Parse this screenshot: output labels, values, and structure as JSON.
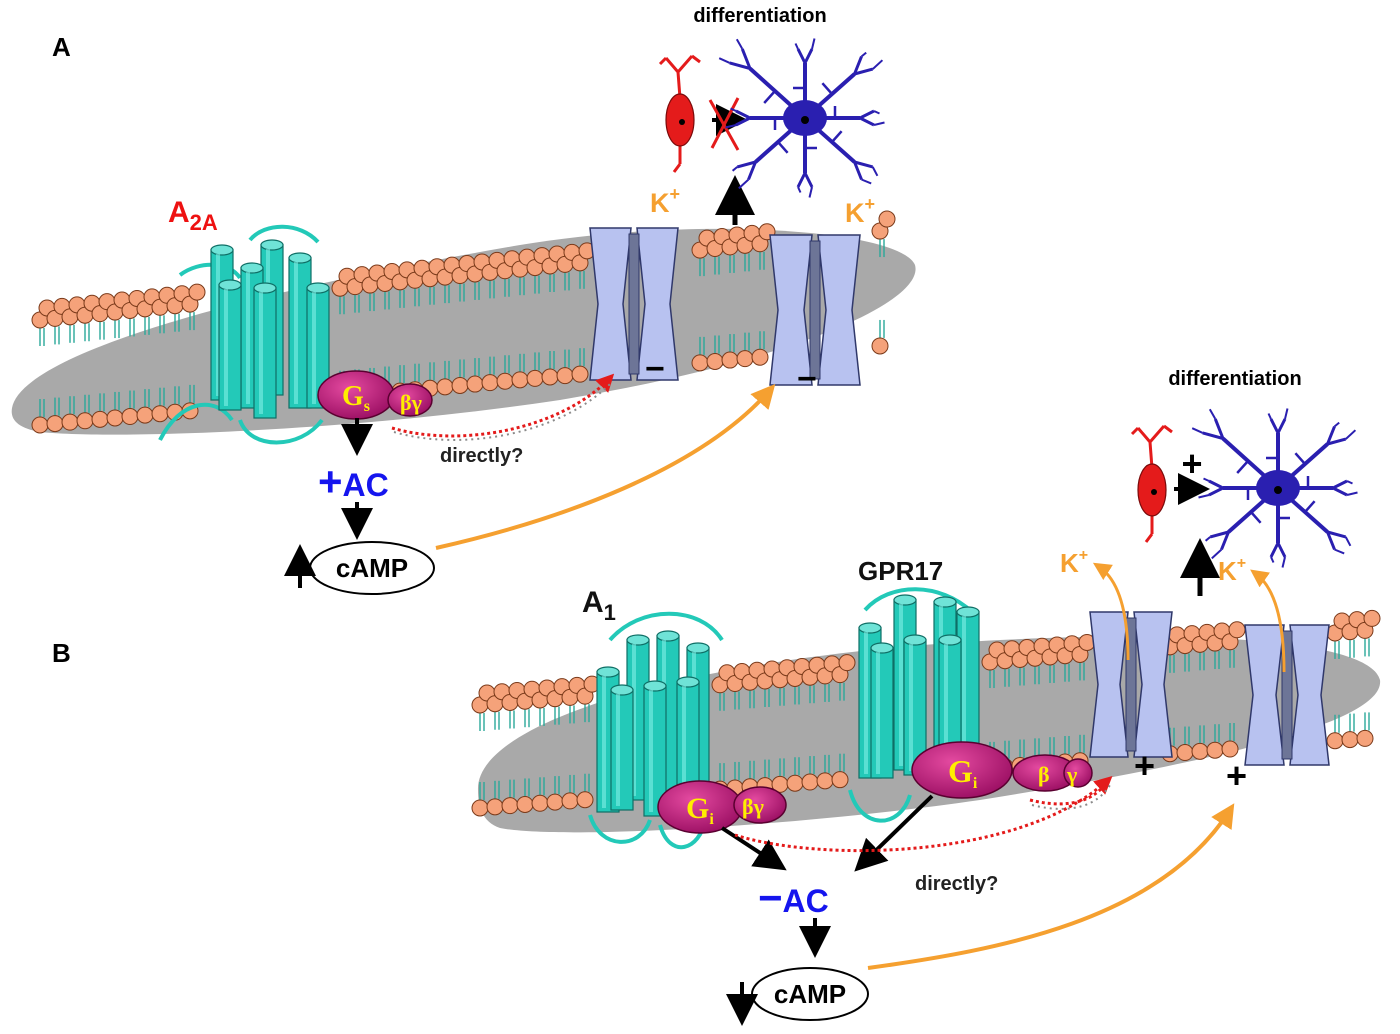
{
  "panels": {
    "a": {
      "letter": "A",
      "receptor": "A",
      "receptor_sub": "2A",
      "g_protein": "G",
      "g_sub": "s",
      "beta_gamma": "βγ",
      "ac_sign": "+",
      "ac_label": "AC",
      "camp_label": "cAMP",
      "camp_arrow": "up",
      "channel_ion_1": "K",
      "channel_ion_2": "K",
      "ion_sup": "+",
      "channel_effect": "−",
      "directly_label": "directly?",
      "differentiation_label": "differentiation",
      "differentiation_blocked": true
    },
    "b": {
      "letter": "B",
      "receptor_1": "A",
      "receptor_1_sub": "1",
      "receptor_2": "GPR17",
      "g_protein": "G",
      "g_sub": "i",
      "beta_gamma": "βγ",
      "beta": "β",
      "gamma": "γ",
      "ac_sign": "−",
      "ac_label": "AC",
      "camp_label": "cAMP",
      "camp_arrow": "down",
      "channel_ion_1": "K",
      "channel_ion_2": "K",
      "ion_sup": "+",
      "channel_effect": "+",
      "directly_label": "directly?",
      "differentiation_label": "differentiation",
      "differentiation_sign": "+"
    }
  },
  "colors": {
    "membrane_head": "#f5a27a",
    "membrane_core": "#a9a9a9",
    "receptor": "#23c9b8",
    "g_protein": "#c0157a",
    "channel": "#b8c2f0",
    "k_ion": "#f5a030",
    "ac": "#1515ee",
    "receptor_a2a": "#ee1111",
    "opc": "#e41b1b",
    "oligodendrocyte": "#2a1fb0"
  }
}
